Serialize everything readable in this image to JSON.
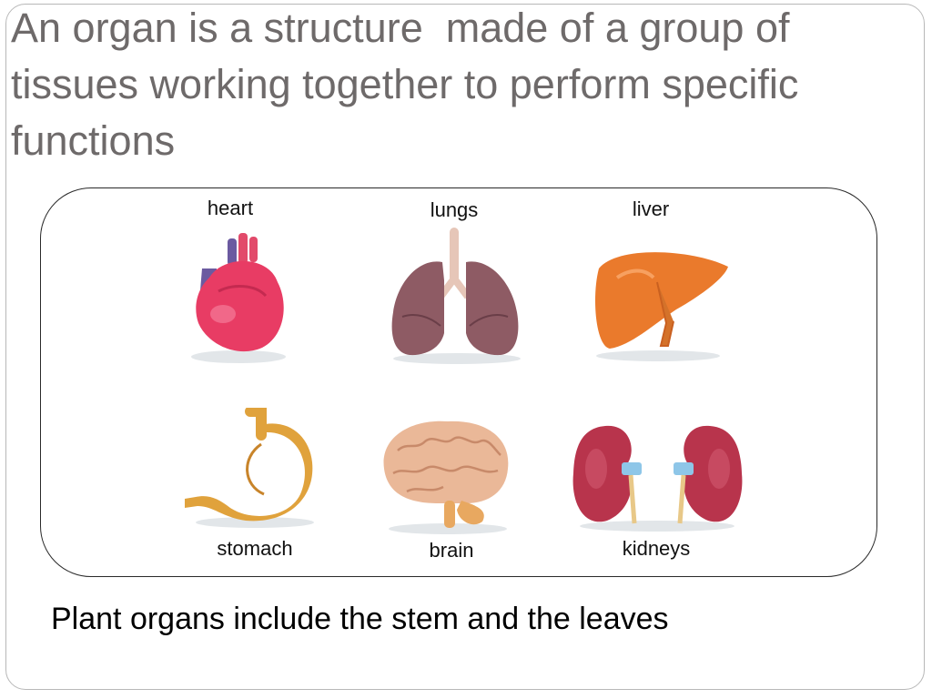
{
  "slide": {
    "title": "An organ is a structure  made of a group of tissues working together to perform specific functions",
    "organs": {
      "heart": "heart",
      "lungs": "lungs",
      "liver": "liver",
      "stomach": "stomach",
      "brain": "brain",
      "kidneys": "kidneys"
    },
    "note": "Plant organs include the stem and the leaves"
  },
  "colors": {
    "title_text": "#6e6a6a",
    "heart": "#e83c64",
    "lungs": "#8e5b64",
    "liver": "#ea7a2c",
    "stomach": "#e0a23c",
    "brain": "#eab898",
    "kidneys": "#b8344c"
  }
}
